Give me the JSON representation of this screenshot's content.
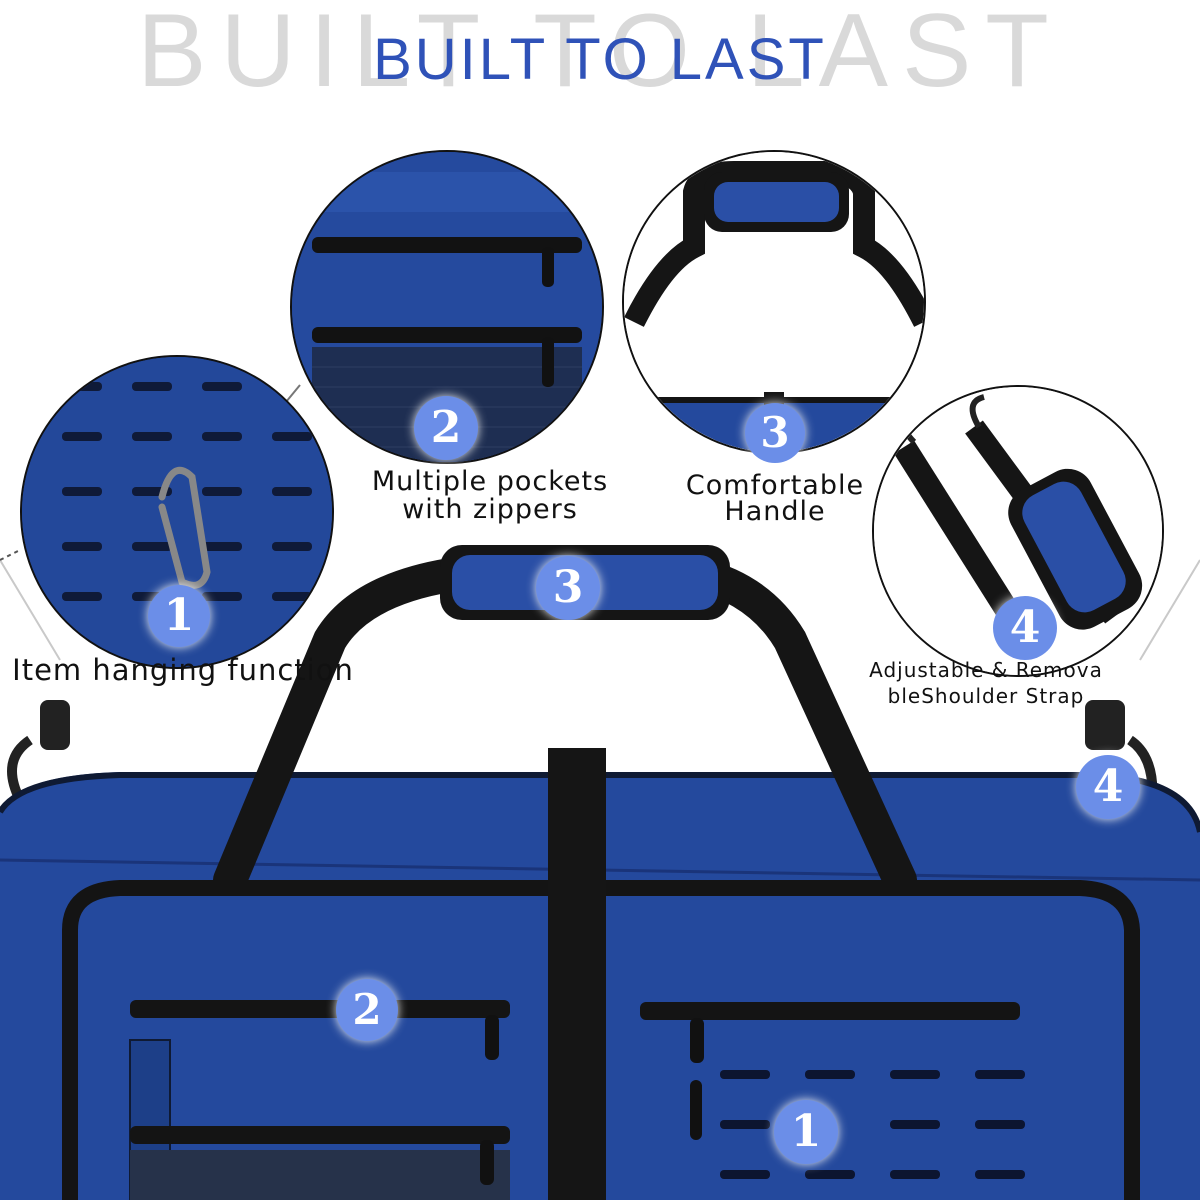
{
  "header": {
    "title": "BUILT TO LAST",
    "title_background": "BUILT TO LAST"
  },
  "features": [
    {
      "number": "1",
      "label": "Item hanging function"
    },
    {
      "number": "2",
      "label_line1": "Multiple pockets",
      "label_line2": "with zippers"
    },
    {
      "number": "3",
      "label_line1": "Comfortable",
      "label_line2": "Handle"
    },
    {
      "number": "4",
      "label_line1": "Adjustable & Remova",
      "label_line2": "bleShoulder Strap"
    }
  ],
  "colors": {
    "accent": "#2f52b8",
    "bag_blue": "#23489a",
    "badge": "#6b8ee8",
    "strap_black": "#151515"
  }
}
